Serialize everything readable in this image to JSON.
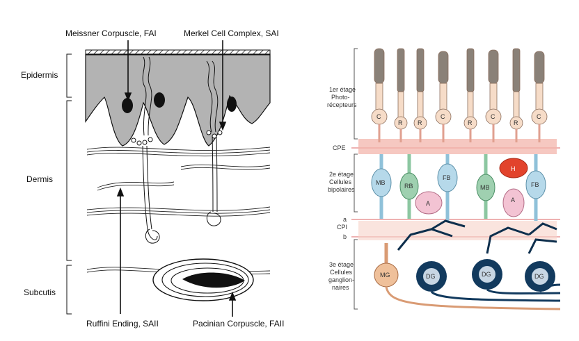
{
  "skin": {
    "layers": [
      "Epidermis",
      "Dermis",
      "Subcutis"
    ],
    "receptors": {
      "meissner": "Meissner Corpuscle, FAI",
      "merkel": "Merkel Cell Complex, SAI",
      "ruffini": "Ruffini Ending, SAII",
      "pacinian": "Pacinian Corpuscle, FAII"
    }
  },
  "retina": {
    "stage1": [
      "1er étage",
      "Photo-",
      "récepteurs"
    ],
    "stage2": [
      "2e étage",
      "Cellules",
      "bipolaires"
    ],
    "stage3": [
      "3e étage",
      "Cellules",
      "ganglion-",
      "naires"
    ],
    "layers": {
      "cpe": "CPE",
      "cpi": "CPI",
      "a": "a",
      "b": "b"
    },
    "photoreceptors": [
      "C",
      "R",
      "R",
      "C",
      "R",
      "C",
      "R",
      "C"
    ],
    "bipolars": [
      "MB",
      "RB",
      "FB",
      "MB",
      "FB"
    ],
    "horizontal": "H",
    "amacrine": [
      "A",
      "A"
    ],
    "ganglion": [
      "MG",
      "DG",
      "DG",
      "DG"
    ]
  },
  "colors": {
    "epidermis": "#b3b3b3",
    "cone": "#f6dcc8",
    "rod_outer": "#8a8178",
    "plexiform": "#f3b6ac",
    "bipolar_blue": "#b6d9ea",
    "bipolar_green": "#9fd0b0",
    "horizontal": "#e2432c",
    "amacrine": "#f3c3d3",
    "ganglion_dark": "#123a5e",
    "midget": "#efc09a"
  }
}
